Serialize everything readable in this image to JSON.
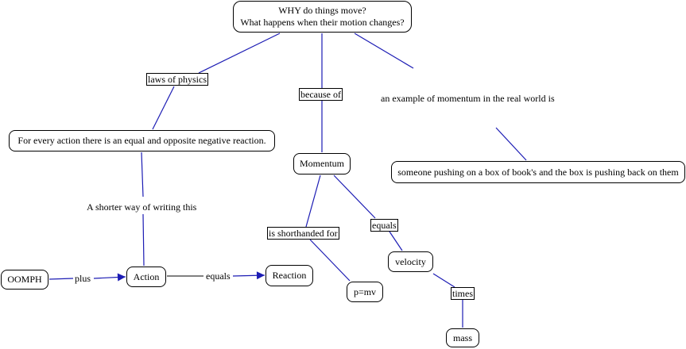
{
  "colors": {
    "connector": "#1c1cb4",
    "node_border": "#000000",
    "background": "#ffffff"
  },
  "nodes": {
    "root_line1": "WHY do things move?",
    "root_line2": "What happens when their motion changes?",
    "for_every_action": "For every action there is an equal and opposite negative reaction.",
    "momentum": "Momentum",
    "example_box": "someone pushing on a box of book's and the box is pushing back on them",
    "oomph": "OOMPH",
    "action": "Action",
    "reaction": "Reaction",
    "pmv": "p=mv",
    "velocity": "velocity",
    "mass": "mass"
  },
  "links": {
    "laws_of_physics": "laws of physics",
    "because_of": "because of",
    "example_of_momentum": "an example of momentum in the real world is",
    "shorter_way": "A shorter way of writing this",
    "plus": "plus",
    "equals_reaction": "equals",
    "is_shorthanded_for": "is shorthanded for",
    "equals_velocity": "equals",
    "times": "times"
  }
}
